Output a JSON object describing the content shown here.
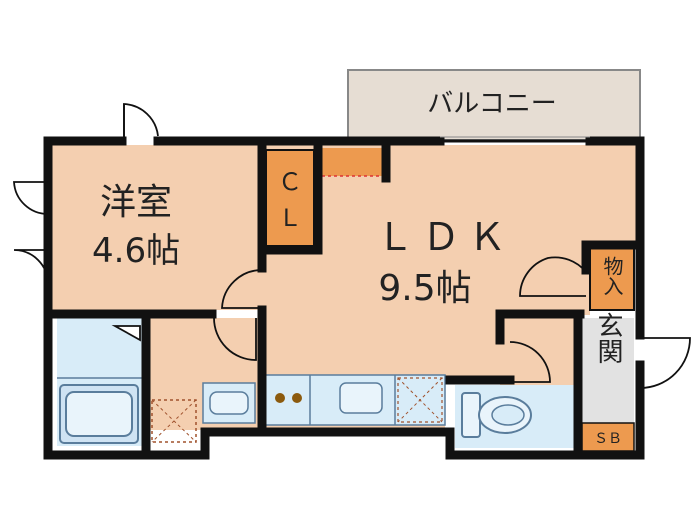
{
  "rooms": {
    "western": {
      "name": "洋室",
      "size": "4.6帖"
    },
    "ldk": {
      "name": "ＬＤＫ",
      "size": "9.5帖"
    },
    "balcony": {
      "name": "バルコニー"
    },
    "closet": {
      "label_c": "Ｃ",
      "label_l": "Ｌ"
    },
    "storage": {
      "name": "物入"
    },
    "entrance": {
      "name": "玄関"
    },
    "shoebox": {
      "name": "ＳＢ"
    }
  },
  "colors": {
    "wall": "#111111",
    "room_floor": "#f4cfb0",
    "storage": "#ed9a4f",
    "wet_area": "#d8ecf8",
    "balcony": "#e6ddd3",
    "entrance": "#e2e2e2",
    "outline": "#5a7d9c"
  }
}
